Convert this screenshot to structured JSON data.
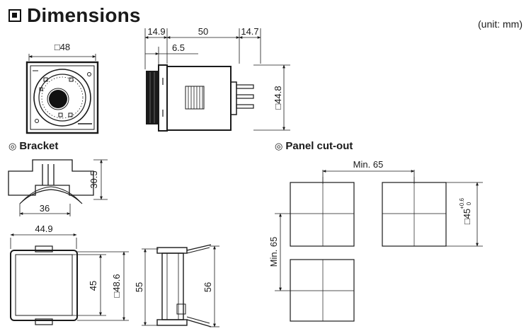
{
  "header": {
    "title": "Dimensions",
    "unit_note": "(unit: mm)"
  },
  "sections": {
    "bracket": "Bracket",
    "panel_cutout": "Panel cut-out",
    "section_marker": "◎"
  },
  "front_view": {
    "size_label": "□48"
  },
  "side_view": {
    "dim_left": "14.9",
    "dim_body": "50",
    "dim_pins": "14.7",
    "dim_knob": "6.5",
    "dim_height": "□44.8"
  },
  "bracket": {
    "height": "30.5",
    "width": "36"
  },
  "socket_front": {
    "width": "44.9",
    "inner_height": "45",
    "outer_height": "□48.6"
  },
  "socket_side": {
    "height_left": "55",
    "height_right": "56"
  },
  "panel_cutout": {
    "min_h": "Min. 65",
    "min_v": "Min. 65",
    "hole_size": "□45",
    "tol_plus": "+0.6",
    "tol_zero": "0"
  }
}
